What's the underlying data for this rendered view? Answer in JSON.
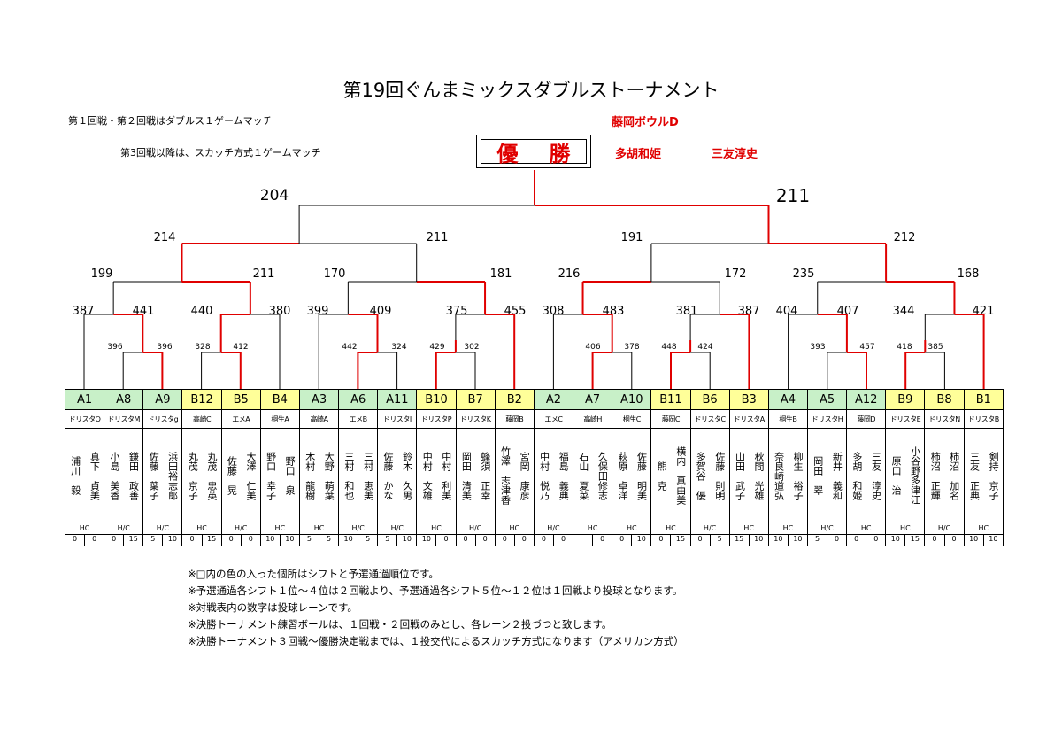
{
  "title": "第19回ぐんまミックスダブルストーナメント",
  "rules": {
    "line1": "第１回戦・第２回戦はダブルス１ゲームマッチ",
    "line2": "第3回戦以降は、スカッチ方式１ゲームマッチ"
  },
  "champion": {
    "label_a": "優",
    "label_b": "勝",
    "team": "藤岡ボウルD",
    "player1": "多胡和姫",
    "player2": "三友淳史"
  },
  "colors": {
    "win": "#e00000",
    "lose": "#000000",
    "green": "#c8f0c8",
    "yellow": "#ffff99"
  },
  "final_scores": {
    "left": "204",
    "right": "211"
  },
  "semi_scores": [
    "214",
    "211",
    "191",
    "212"
  ],
  "qf_scores": [
    "199",
    "211",
    "170",
    "181",
    "216",
    "172",
    "235",
    "168"
  ],
  "r2_scores": [
    "387",
    "441",
    "440",
    "380",
    "399",
    "409",
    "375",
    "455",
    "308",
    "483",
    "381",
    "387",
    "404",
    "407",
    "344",
    "421"
  ],
  "r1_scores": [
    "396",
    "396",
    "328",
    "412",
    "442",
    "324",
    "429",
    "302",
    "406",
    "378",
    "448",
    "424",
    "393",
    "457",
    "418",
    "385"
  ],
  "entries": [
    {
      "code": "A1",
      "team": "ドリスタO",
      "p1": "浦川　毅",
      "p2": "真下　貞美",
      "hc": "HC",
      "lanes": [
        "0",
        "0"
      ],
      "color": "green"
    },
    {
      "code": "A8",
      "team": "ドリスタM",
      "p1": "小島　美香",
      "p2": "鎌田　政善",
      "hc": "H/C",
      "lanes": [
        "0",
        "15"
      ],
      "color": "green"
    },
    {
      "code": "A9",
      "team": "ドリスタg",
      "p1": "佐藤　葉子",
      "p2": "浜田裕志郎",
      "hc": "H/C",
      "lanes": [
        "5",
        "10"
      ],
      "color": "green"
    },
    {
      "code": "B12",
      "team": "高崎C",
      "p1": "丸茂　京子",
      "p2": "丸茂　忠英",
      "hc": "HC",
      "lanes": [
        "0",
        "15"
      ],
      "color": "yellow"
    },
    {
      "code": "B5",
      "team": "エメA",
      "p1": "佐藤　晃",
      "p2": "大澤　仁美",
      "hc": "H/C",
      "lanes": [
        "0",
        "0"
      ],
      "color": "yellow"
    },
    {
      "code": "B4",
      "team": "桐生A",
      "p1": "野口　幸子",
      "p2": "野口　泉",
      "hc": "HC",
      "lanes": [
        "10",
        "10"
      ],
      "color": "yellow"
    },
    {
      "code": "A3",
      "team": "高崎A",
      "p1": "木村　龍樹",
      "p2": "大野　萌葉",
      "hc": "HC",
      "lanes": [
        "5",
        "5"
      ],
      "color": "green"
    },
    {
      "code": "A6",
      "team": "エメB",
      "p1": "三村　和也",
      "p2": "三村　恵美",
      "hc": "H/C",
      "lanes": [
        "10",
        "5"
      ],
      "color": "green"
    },
    {
      "code": "A11",
      "team": "ドリスタI",
      "p1": "佐藤　かな",
      "p2": "鈴木　久男",
      "hc": "H/C",
      "lanes": [
        "5",
        "10"
      ],
      "color": "green"
    },
    {
      "code": "B10",
      "team": "ドリスタP",
      "p1": "中村　文雄",
      "p2": "中村　利美",
      "hc": "HC",
      "lanes": [
        "10",
        "0"
      ],
      "color": "yellow"
    },
    {
      "code": "B7",
      "team": "ドリスタK",
      "p1": "岡田　清美",
      "p2": "蜂須　正幸",
      "hc": "H/C",
      "lanes": [
        "0",
        "0"
      ],
      "color": "yellow"
    },
    {
      "code": "B2",
      "team": "藤岡B",
      "p1": "竹澤　志津香",
      "p2": "宮岡　康彦",
      "hc": "HC",
      "lanes": [
        "0",
        "0"
      ],
      "color": "yellow"
    },
    {
      "code": "A2",
      "team": "エメC",
      "p1": "中村　悦乃",
      "p2": "福島　義典",
      "hc": "H/C",
      "lanes": [
        "0",
        "0"
      ],
      "color": "green"
    },
    {
      "code": "A7",
      "team": "高崎H",
      "p1": "石山　夏菜",
      "p2": "久保田修志",
      "hc": "HC",
      "lanes": [
        "",
        "0"
      ],
      "color": "green"
    },
    {
      "code": "A10",
      "team": "桐生C",
      "p1": "萩原　卓洋",
      "p2": "佐藤　明美",
      "hc": "HC",
      "lanes": [
        "0",
        "10"
      ],
      "color": "green"
    },
    {
      "code": "B11",
      "team": "藤岡C",
      "p1": "熊　克",
      "p2": "横内　真由美",
      "hc": "HC",
      "lanes": [
        "0",
        "15"
      ],
      "color": "yellow"
    },
    {
      "code": "B6",
      "team": "ドリスタC",
      "p1": "多賀谷　優",
      "p2": "佐藤　則明",
      "hc": "H/C",
      "lanes": [
        "0",
        "5"
      ],
      "color": "yellow"
    },
    {
      "code": "B3",
      "team": "ドリスタA",
      "p1": "山田　武子",
      "p2": "秋間　光雄",
      "hc": "HC",
      "lanes": [
        "15",
        "10"
      ],
      "color": "yellow"
    },
    {
      "code": "A4",
      "team": "桐生B",
      "p1": "奈良崎道弘",
      "p2": "柳生　裕子",
      "hc": "HC",
      "lanes": [
        "10",
        "10"
      ],
      "color": "green"
    },
    {
      "code": "A5",
      "team": "ドリスタH",
      "p1": "岡田　翠",
      "p2": "新井　義和",
      "hc": "H/C",
      "lanes": [
        "5",
        "0"
      ],
      "color": "green"
    },
    {
      "code": "A12",
      "team": "藤岡D",
      "p1": "多胡　和姫",
      "p2": "三友　淳史",
      "hc": "HC",
      "lanes": [
        "0",
        "0"
      ],
      "color": "green"
    },
    {
      "code": "B9",
      "team": "ドリスタE",
      "p1": "原口　治",
      "p2": "小谷野多津江",
      "hc": "HC",
      "lanes": [
        "10",
        "15"
      ],
      "color": "yellow"
    },
    {
      "code": "B8",
      "team": "ドリスタN",
      "p1": "柿沼　正輝",
      "p2": "柿沼　加名",
      "hc": "H/C",
      "lanes": [
        "0",
        "0"
      ],
      "color": "yellow"
    },
    {
      "code": "B1",
      "team": "ドリスタB",
      "p1": "三友　正典",
      "p2": "剣持　京子",
      "hc": "HC",
      "lanes": [
        "10",
        "10"
      ],
      "color": "yellow"
    }
  ],
  "footnotes": [
    "※□内の色の入った個所はシフトと予選通過順位です。",
    "※予選通過各シフト１位～４位は２回戦より、予選通過各シフト５位～１２位は１回戦より投球となります。",
    "※対戦表内の数字は投球レーンです。",
    "※決勝トーナメント練習ボールは、１回戦・２回戦のみとし、各レーン２投づつと致します。",
    "※決勝トーナメント３回戦～優勝決定戦までは、１投交代によるスカッチ方式になります（アメリカン方式）"
  ]
}
